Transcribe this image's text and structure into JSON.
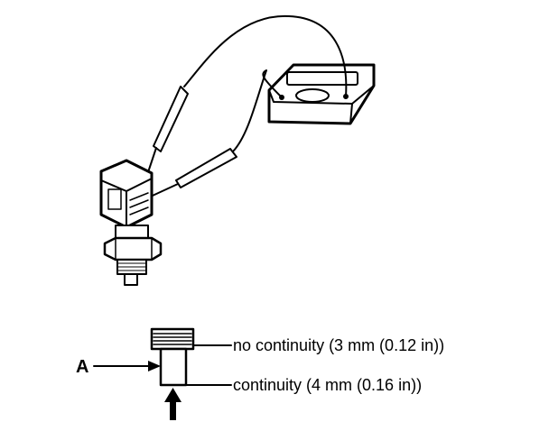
{
  "callout": {
    "letter": "A"
  },
  "states": {
    "no_continuity": "no continuity (3 mm (0.12 in))",
    "continuity": "continuity (4 mm (0.16 in))"
  },
  "colors": {
    "ink": "#000000",
    "paper": "#ffffff"
  }
}
